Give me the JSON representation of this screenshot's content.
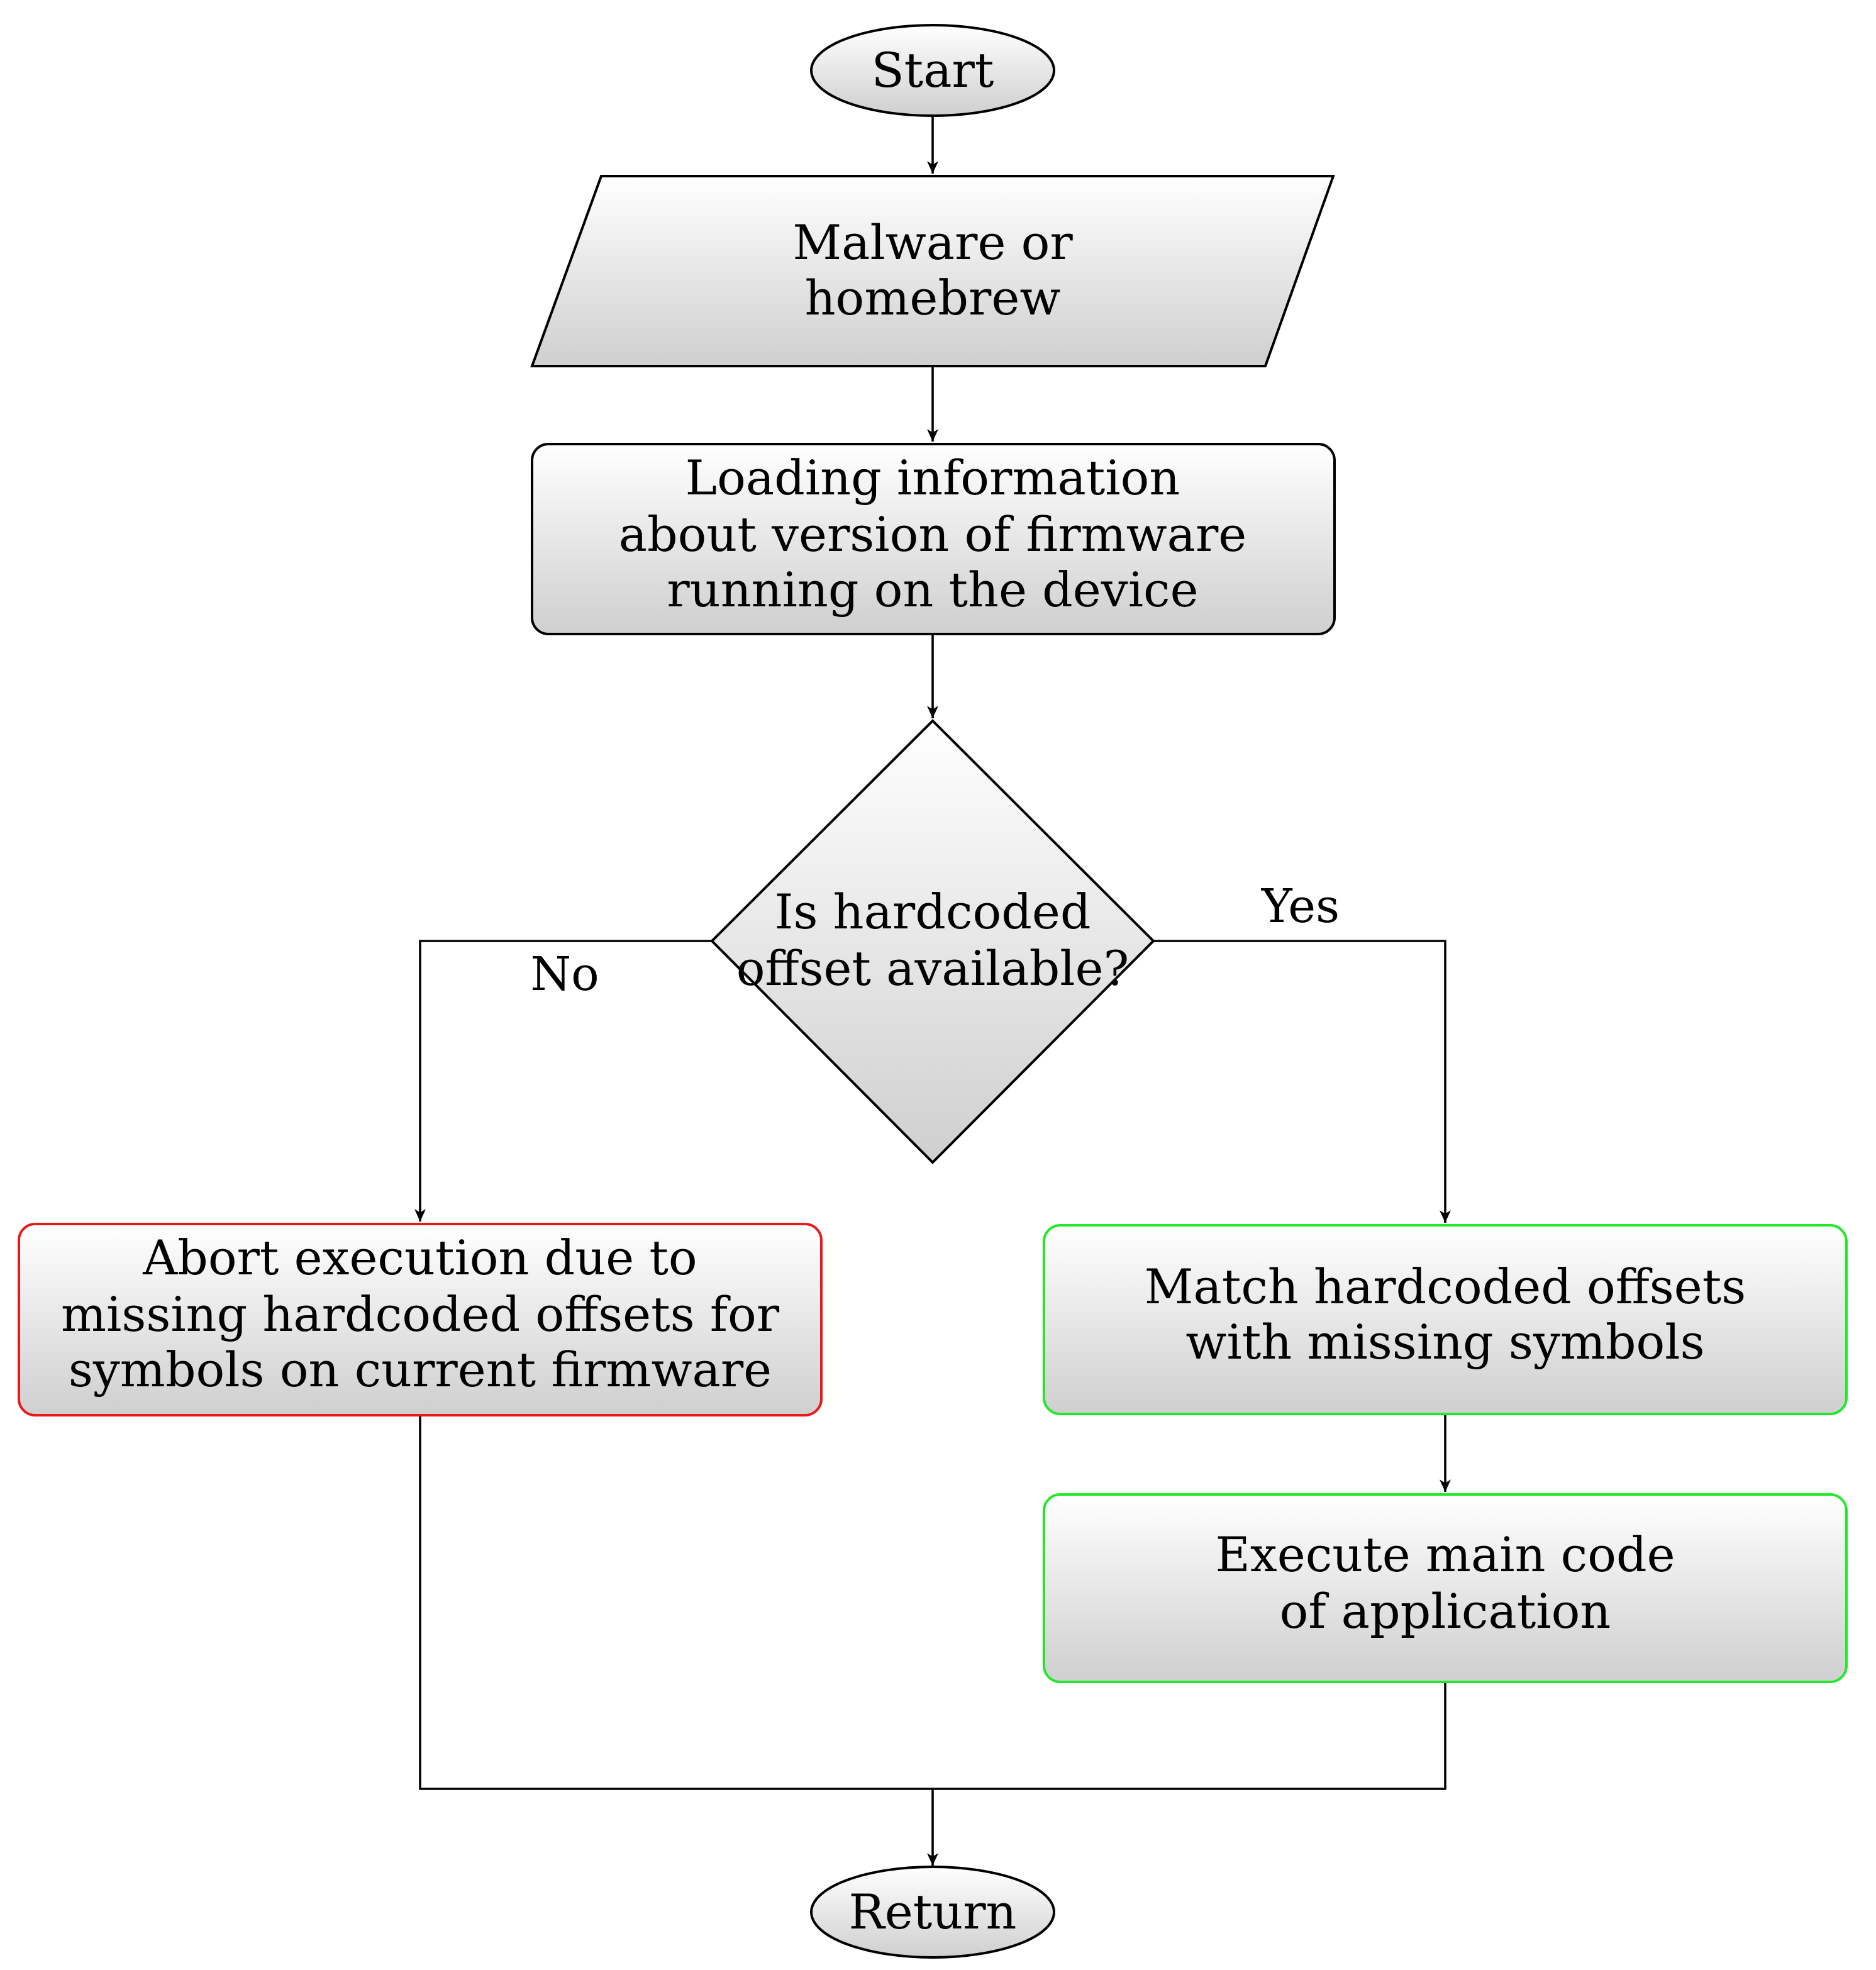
{
  "diagram": {
    "type": "flowchart",
    "colors": {
      "default_border": "#000000",
      "error_border": "#e8191c",
      "success_border": "#22e82c",
      "fill_top": "#ffffff",
      "fill_bottom": "#cfcfcf"
    },
    "nodes": {
      "start": {
        "shape": "ellipse",
        "lines": [
          "Start"
        ]
      },
      "input": {
        "shape": "parallelogram",
        "lines": [
          "Malware or",
          "homebrew"
        ]
      },
      "loading": {
        "shape": "rounded-rect",
        "lines": [
          "Loading information",
          "about version of firmware",
          "running on the device"
        ]
      },
      "decision": {
        "shape": "diamond",
        "lines": [
          "Is hardcoded",
          "offset available?"
        ]
      },
      "abort": {
        "shape": "rounded-rect",
        "status": "error",
        "lines": [
          "Abort execution due to",
          "missing hardcoded offsets for",
          "symbols on current firmware"
        ]
      },
      "match": {
        "shape": "rounded-rect",
        "status": "success",
        "lines": [
          "Match hardcoded offsets",
          "with missing symbols"
        ]
      },
      "execute": {
        "shape": "rounded-rect",
        "status": "success",
        "lines": [
          "Execute main code",
          "of application"
        ]
      },
      "return": {
        "shape": "ellipse",
        "lines": [
          "Return"
        ]
      }
    },
    "edges": [
      {
        "from": "start",
        "to": "input",
        "label": ""
      },
      {
        "from": "input",
        "to": "loading",
        "label": ""
      },
      {
        "from": "loading",
        "to": "decision",
        "label": ""
      },
      {
        "from": "decision",
        "to": "abort",
        "label": "No"
      },
      {
        "from": "decision",
        "to": "match",
        "label": "Yes"
      },
      {
        "from": "match",
        "to": "execute",
        "label": ""
      },
      {
        "from": "abort",
        "to": "return",
        "label": ""
      },
      {
        "from": "execute",
        "to": "return",
        "label": ""
      }
    ]
  }
}
